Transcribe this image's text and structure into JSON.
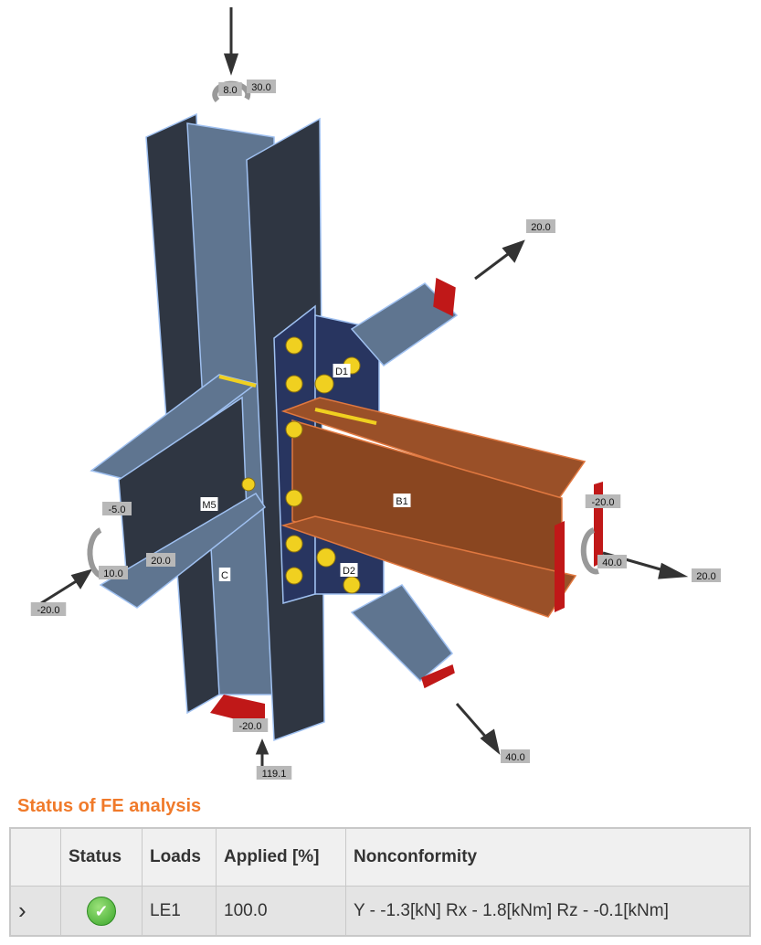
{
  "model": {
    "member_labels": {
      "d1": "D1",
      "d2": "D2",
      "b1": "B1",
      "m5": "M5",
      "c": "C"
    },
    "load_labels": {
      "top_m1": "8.0",
      "top_m2": "30.0",
      "d1_force": "20.0",
      "m5_neg5": "-5.0",
      "m5_20": "20.0",
      "m5_10": "10.0",
      "m5_neg20": "-20.0",
      "b1_neg20": "-20.0",
      "b1_40": "40.0",
      "b1_20": "20.0",
      "c_neg20": "-20.0",
      "c_119": "119.1",
      "d2_40": "40.0"
    },
    "colors": {
      "steel": "#5f7590",
      "dark": "#2f3642",
      "beam": "#9a5028",
      "plate": "#283560",
      "bolt": "#f0d020",
      "edge": "#9fc0f0",
      "red": "#c01818"
    }
  },
  "status_panel": {
    "title": "Status of FE analysis",
    "columns": [
      "",
      "Status",
      "Loads",
      "Applied [%]",
      "Nonconformity"
    ],
    "rows": [
      {
        "expand": "›",
        "status": "ok",
        "status_glyph": "✓",
        "load": "LE1",
        "applied": "100.0",
        "nonconformity": "Y - -1.3[kN]  Rx - 1.8[kNm]  Rz - -0.1[kNm]"
      }
    ]
  }
}
